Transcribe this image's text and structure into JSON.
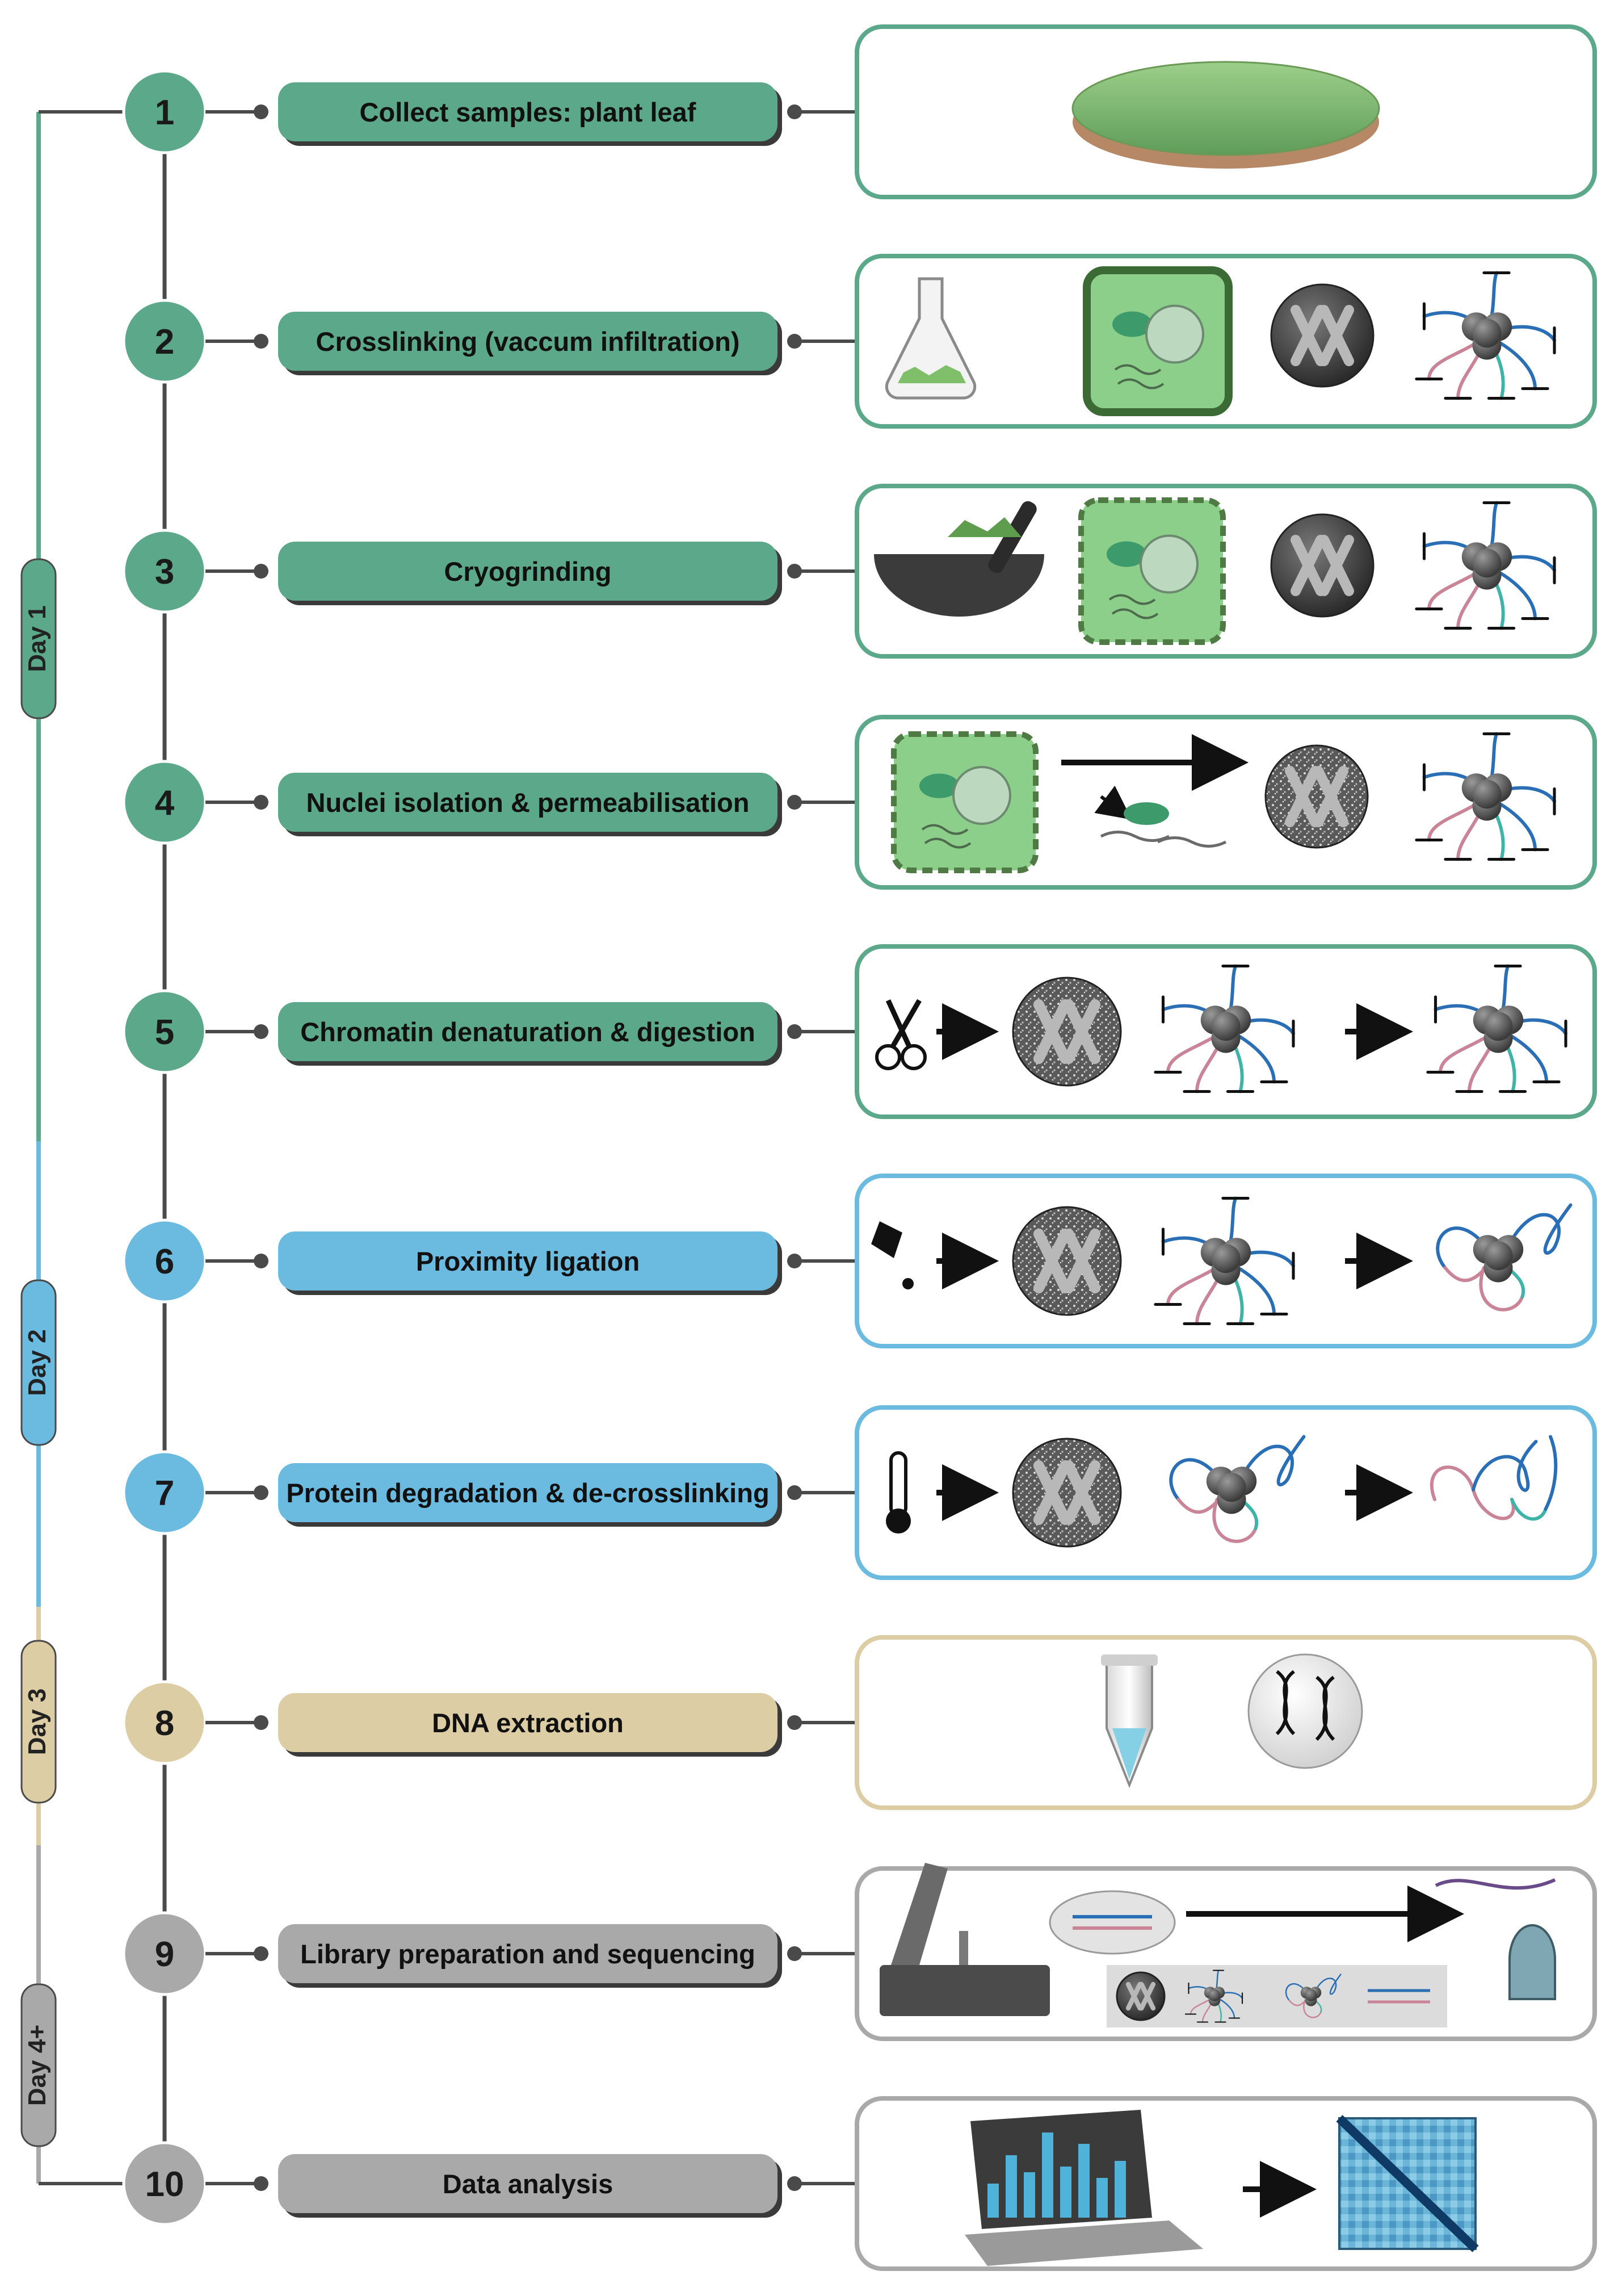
{
  "colors": {
    "green": "#5ba88a",
    "blue": "#6bbbe1",
    "tan": "#dccda4",
    "gray": "#a9a9a9",
    "connector": "#4a4a4a",
    "dna_blue": "#2a6fb5",
    "dna_pink": "#c98597",
    "dna_teal": "#3fb3a8",
    "leaf": "#8fc48d",
    "cell": "#8ccf8a"
  },
  "days": [
    {
      "label": "Day 1",
      "color": "green"
    },
    {
      "label": "Day 2",
      "color": "blue"
    },
    {
      "label": "Day 3",
      "color": "tan"
    },
    {
      "label": "Day 4+",
      "color": "gray"
    }
  ],
  "steps": [
    {
      "num": "1",
      "label": "Collect samples: plant leaf",
      "color": "green",
      "panel": "leaf-disc"
    },
    {
      "num": "2",
      "label": "Crosslinking (vaccum infiltration)",
      "color": "green",
      "panel": "flask-cell-chromatin"
    },
    {
      "num": "3",
      "label": "Cryogrinding",
      "color": "green",
      "panel": "mortar-cell-chromatin"
    },
    {
      "num": "4",
      "label": "Nuclei isolation & permeabilisation",
      "color": "green",
      "panel": "cell-nucleus-chromatin"
    },
    {
      "num": "5",
      "label": "Chromatin denaturation & digestion",
      "color": "green",
      "panel": "scissors-nucleus-digest"
    },
    {
      "num": "6",
      "label": "Proximity ligation",
      "color": "blue",
      "panel": "ligase-nucleus-ligate"
    },
    {
      "num": "7",
      "label": "Protein degradation & de-crosslinking",
      "color": "blue",
      "panel": "thermometer-nucleus-decrosslink"
    },
    {
      "num": "8",
      "label": "DNA extraction",
      "color": "tan",
      "panel": "tube-dna"
    },
    {
      "num": "9",
      "label": "Library preparation and sequencing",
      "color": "gray",
      "panel": "library-sequencer"
    },
    {
      "num": "10",
      "label": "Data analysis",
      "color": "gray",
      "panel": "laptop-heatmap"
    }
  ]
}
